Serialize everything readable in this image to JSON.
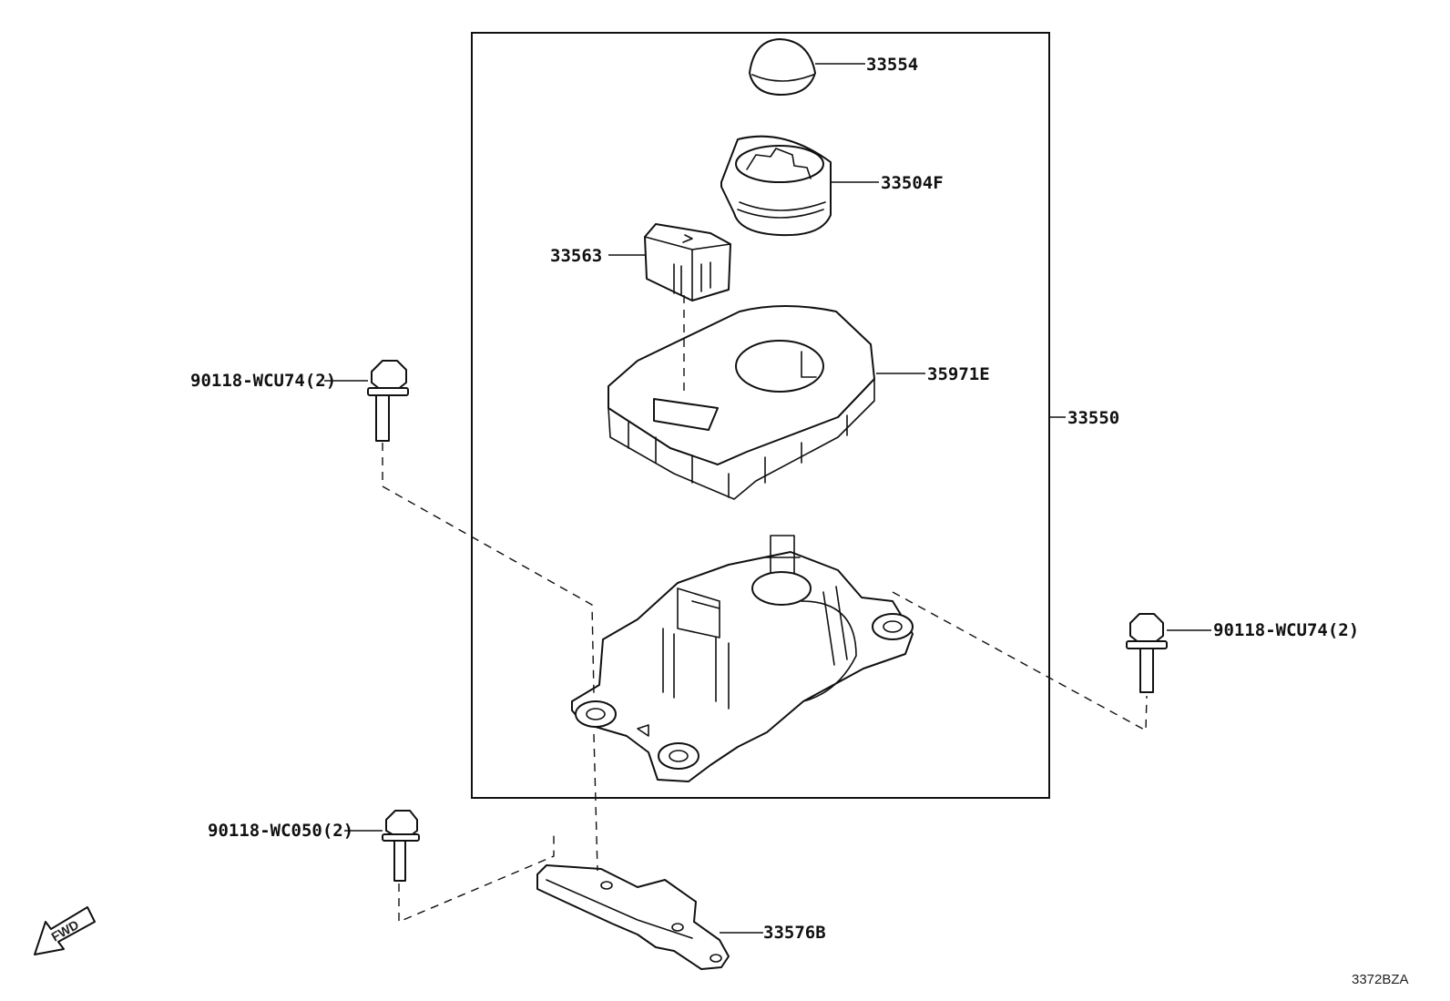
{
  "callouts": {
    "p33554": "33554",
    "p33504f": "33504F",
    "p33563": "33563",
    "p35971e": "35971E",
    "p33550": "33550",
    "bolt_upper_left": "90118-WCU74(2)",
    "bolt_right": "90118-WCU74(2)",
    "bolt_lower_left": "90118-WC050(2)",
    "p33576b": "33576B"
  },
  "fwd_arrow": {
    "text": "FWD"
  },
  "diagram_code": "3372BZA"
}
